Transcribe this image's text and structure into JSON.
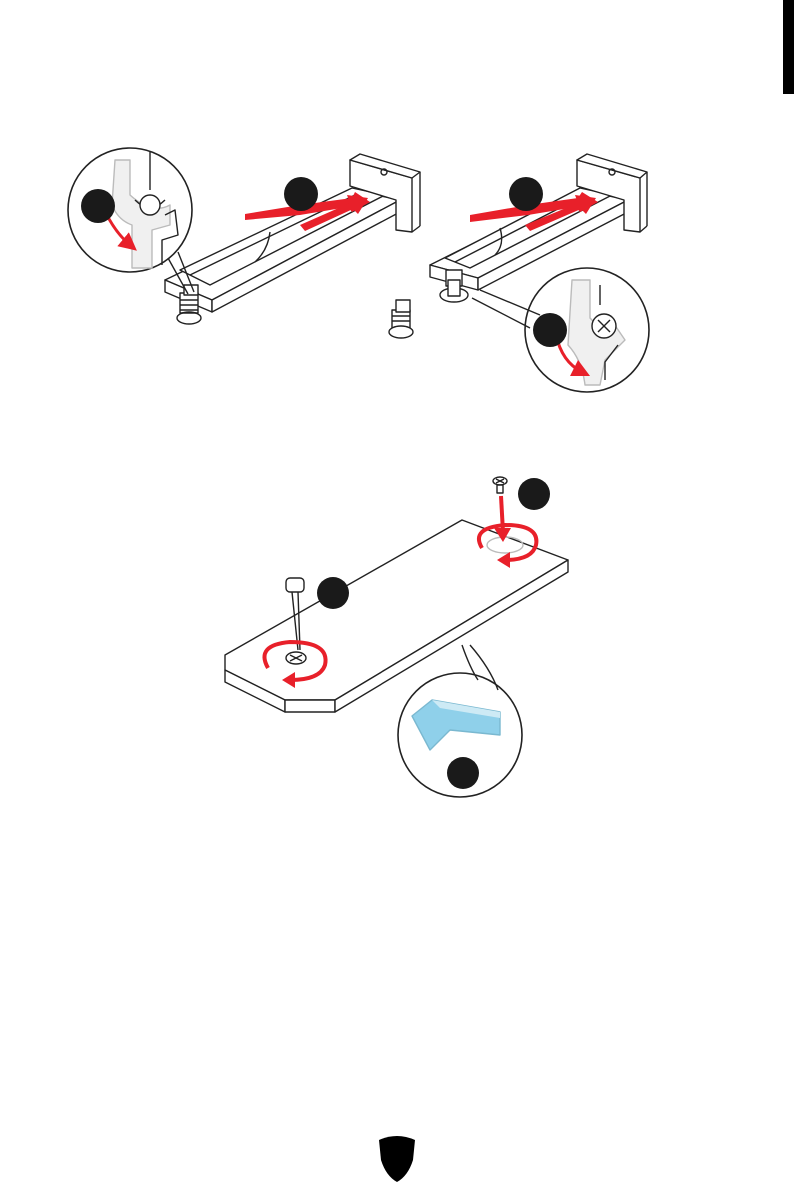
{
  "page": {
    "background": "#ffffff",
    "side_tab_color": "#000000",
    "logo_icon": "msi-shield-icon"
  },
  "colors": {
    "arrow_red": "#e8202a",
    "step_circle": "#1a1a1a",
    "line": "#222222",
    "thermal_pad_blue": "#8fd0ea",
    "thermal_pad_light": "#cdeaf5"
  },
  "figures": {
    "top_left": {
      "icon": "m2-slot-install-illustration"
    },
    "top_right": {
      "icon": "m2-slot-install-with-standoff-illustration"
    },
    "bottom": {
      "icon": "m2-shield-heatsink-screw-illustration"
    }
  }
}
